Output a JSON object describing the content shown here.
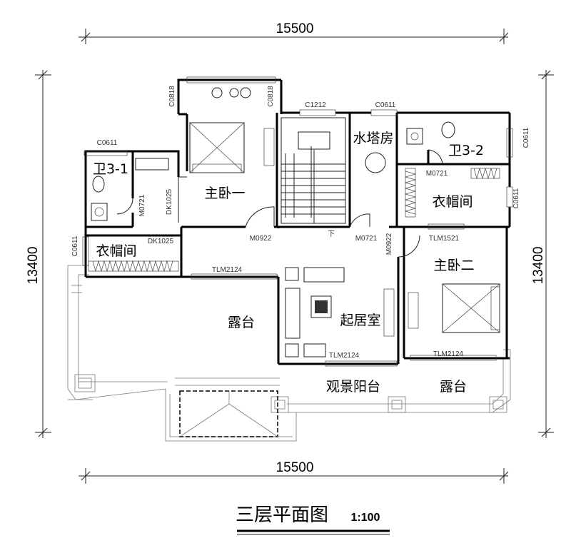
{
  "title": "三层平面图",
  "scale": "1:100",
  "dimensions": {
    "top_width": "15500",
    "bottom_width": "15500",
    "left_height": "13400",
    "right_height": "13400"
  },
  "rooms": {
    "master_bedroom_1": "主卧一",
    "bath_3_1": "卫3-1",
    "bath_3_2": "卫3-2",
    "water_tower_room": "水塔房",
    "cloakroom_left": "衣帽间",
    "cloakroom_right": "衣帽间",
    "master_bedroom_2": "主卧二",
    "terrace_left": "露台",
    "living_room": "起居室",
    "view_balcony": "观景阳台",
    "terrace_right": "露台"
  },
  "codes": {
    "c0818_a": "C0818",
    "c0818_b": "C0818",
    "c1212": "C1212",
    "c0611_top": "C0611",
    "c0611_bath": "C0611",
    "c0611_right": "C0611",
    "c0611_left": "C0611",
    "c0611_mid_right": "C0611",
    "m0721_bath": "M0721",
    "dk1025_vertical": "DK1025",
    "dk1025": "DK1025",
    "m0922_left": "M0922",
    "m0721_mid": "M0721",
    "m0922_vertical": "M0922",
    "m0721_right": "M0721",
    "tlm1521": "TLM1521",
    "tlm2124_left": "TLM2124",
    "tlm2124_mid": "TLM2124",
    "tlm2124_right": "TLM2124",
    "down_mark": "下"
  }
}
